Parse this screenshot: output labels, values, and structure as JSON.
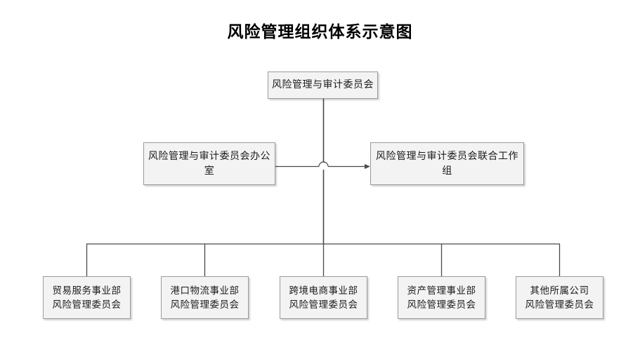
{
  "diagram": {
    "title": "风险管理组织体系示意图",
    "colors": {
      "node_fill": "#f3f3f3",
      "node_border": "#9a9a9a",
      "line": "#4a4a4a",
      "text": "#1a1a1a"
    },
    "top_node": {
      "label": "风险管理与审计委员会"
    },
    "mid_nodes": [
      {
        "label": "风险管理与审计委员会办公室"
      },
      {
        "label": "风险管理与审计委员会联合工作组"
      }
    ],
    "leaf_nodes": [
      {
        "line1": "贸易服务事业部",
        "line2": "风险管理委员会",
        "label": "贸易服务事业部\n风险管理委员会"
      },
      {
        "line1": "港口物流事业部",
        "line2": "风险管理委员会",
        "label": "港口物流事业部\n风险管理委员会"
      },
      {
        "line1": "跨境电商事业部",
        "line2": "风险管理委员会",
        "label": "跨境电商事业部\n风险管理委员会"
      },
      {
        "line1": "资产管理事业部",
        "line2": "风险管理委员会",
        "label": "资产管理事业部\n风险管理委员会"
      },
      {
        "line1": "其他所属公司",
        "line2": "风险管理委员会",
        "label": "其他所属公司\n风险管理委员会"
      }
    ]
  }
}
